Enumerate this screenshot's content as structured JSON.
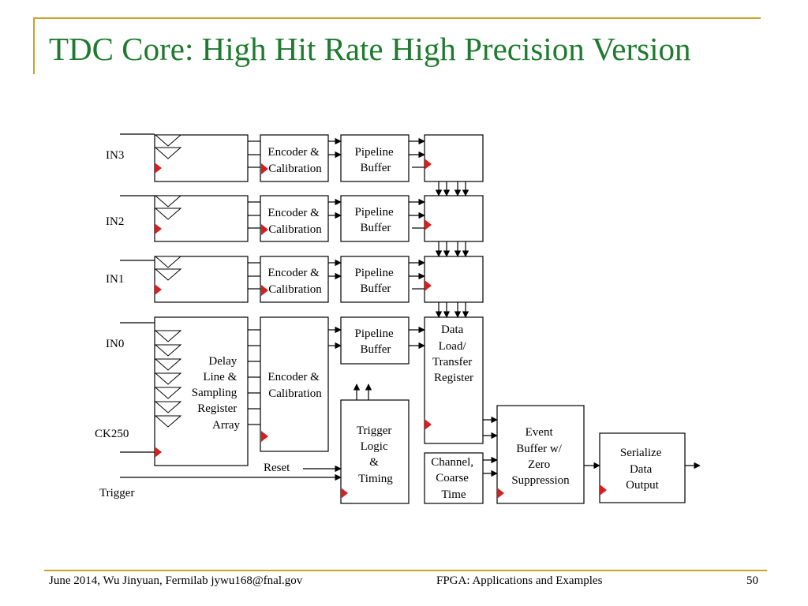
{
  "slide": {
    "title": "TDC Core: High Hit Rate High Precision Version",
    "accent_color": "#c9a227",
    "title_color": "#1e7a2e"
  },
  "diagram": {
    "inputs": [
      "IN3",
      "IN2",
      "IN1",
      "IN0",
      "CK250",
      "Trigger"
    ],
    "reset_label": "Reset",
    "encoder": [
      "Encoder &",
      "Calibration"
    ],
    "pipeline": [
      "Pipeline",
      "Buffer"
    ],
    "delay_line": [
      "Delay",
      "Line &",
      "Sampling",
      "Register",
      "Array"
    ],
    "data_load": [
      "Data",
      "Load/",
      "Transfer",
      "Register"
    ],
    "trigger_logic": [
      "Trigger",
      "Logic",
      "&",
      "Timing"
    ],
    "channel_time": [
      "Channel,",
      "Coarse",
      "Time"
    ],
    "event_buffer": [
      "Event",
      "Buffer w/",
      "Zero",
      "Suppression"
    ],
    "serialize": [
      "Serialize",
      "Data",
      "Output"
    ],
    "clock_marker_color": "#d42020"
  },
  "footer": {
    "left": "June 2014, Wu Jinyuan, Fermilab jywu168@fnal.gov",
    "center": "FPGA: Applications and Examples",
    "page": "50"
  }
}
